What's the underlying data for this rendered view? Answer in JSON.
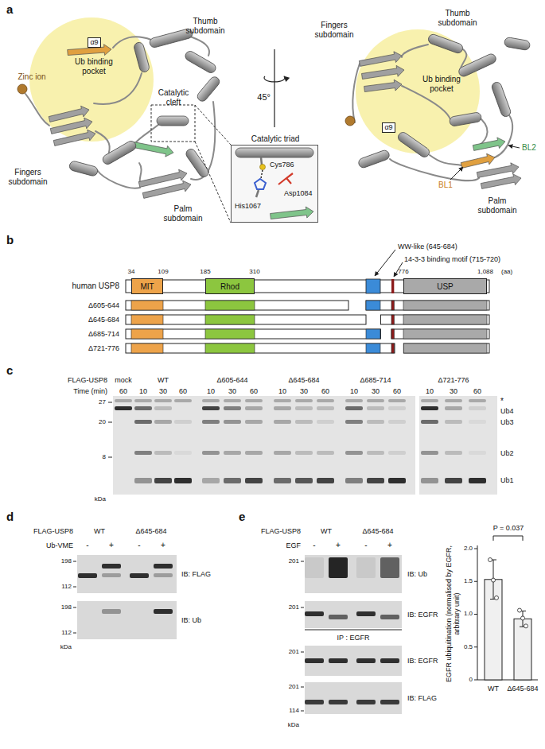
{
  "diagram": {
    "nodes": [
      {
        "text": [
          "α9"
        ]
      },
      {
        "text": [
          "Catalytic triad",
          "Cys786",
          "His1067",
          "Asp1084"
        ]
      },
      {
        "text": [
          "α9"
        ]
      },
      {
        "text": [
          "MIT"
        ]
      },
      {
        "text": [
          "Rhod"
        ]
      },
      {
        "text": [
          "USP"
        ]
      }
    ],
    "labels": [
      "a",
      "Thumb subdomain",
      "Fingers subdomain",
      "Ub binding pocket",
      "Zinc ion",
      "Catalytic cleft",
      "Palm subdomain",
      "45°",
      "Fingers subdomain",
      "Thumb subdomain",
      "Ub binding pocket",
      "BL2",
      "BL1",
      "Palm subdomain",
      "b",
      "WW-like (645-684)",
      "14-3-3 binding motif (715-720)",
      "34",
      "109",
      "185",
      "310",
      "776",
      "1,088",
      "(aa)",
      "human USP8",
      "Δ605-644",
      "Δ645-684",
      "Δ685-714",
      "Δ721-776",
      "c",
      "FLAG-USP8",
      "mock",
      "WT",
      "Δ605-644",
      "Δ645-684",
      "Δ685-714",
      "Δ721-776",
      "Time (min)",
      "60",
      "10",
      "30",
      "60",
      "10",
      "30",
      "60",
      "10",
      "30",
      "60",
      "10",
      "30",
      "60",
      "10",
      "30",
      "60",
      "27",
      "20",
      "8",
      "kDa",
      "*",
      "Ub4",
      "Ub3",
      "Ub2",
      "Ub1",
      "d",
      "FLAG-USP8",
      "WT",
      "Δ645-684",
      "Ub-VME",
      "-",
      "+",
      "-",
      "+",
      "198",
      "112",
      "IB: FLAG",
      "198",
      "112",
      "IB: Ub",
      "kDa",
      "e",
      "FLAG-USP8",
      "WT",
      "Δ645-684",
      "EGF",
      "-",
      "+",
      "-",
      "+",
      "201",
      "IB: Ub",
      "201",
      "IB: EGFR",
      "IP : EGFR",
      "201",
      "IB: EGFR",
      "201",
      "114",
      "IB: FLAG",
      "kDa",
      "2.0",
      "1.5",
      "1.0",
      "0.5",
      "0",
      "EGFR ubiquitination (normalised by EGFR, arbitrary unit)",
      "P = 0.037",
      "WT",
      "Δ645-684"
    ]
  }
}
